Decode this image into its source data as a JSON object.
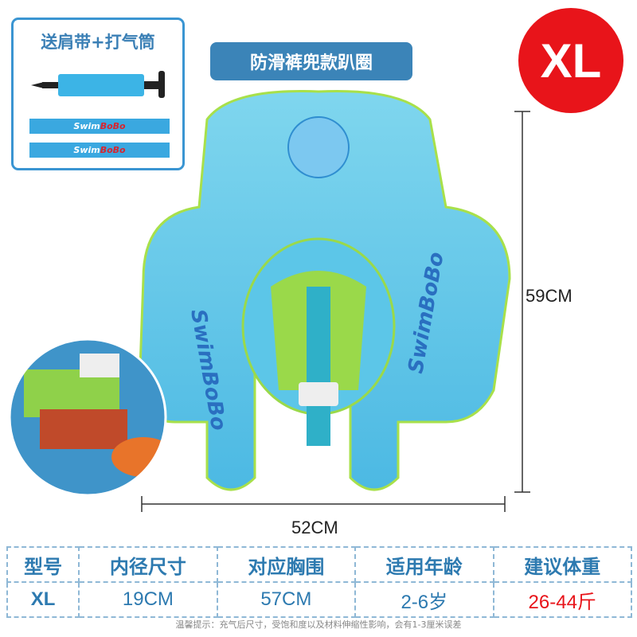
{
  "gift_box": {
    "title": "送肩带+打气筒",
    "strap_brand": [
      "Swim",
      "BoBo"
    ]
  },
  "product_title": "防滑裤兜款趴圈",
  "size_badge": "XL",
  "float_brand": "SwimBoBo",
  "dimensions": {
    "height": "59CM",
    "width": "52CM"
  },
  "table": {
    "headers": [
      "型号",
      "内径尺寸",
      "对应胸围",
      "适用年龄",
      "建议体重"
    ],
    "row": [
      "XL",
      "19CM",
      "57CM",
      "2-6岁",
      "26-44斤"
    ]
  },
  "colors": {
    "accent": "#3b84b8",
    "badge": "#e8141a",
    "weight": "#e8141a"
  },
  "note": "温馨提示：充气后尺寸，受饱和度以及材料伸缩性影响，会有1-3厘米误差"
}
